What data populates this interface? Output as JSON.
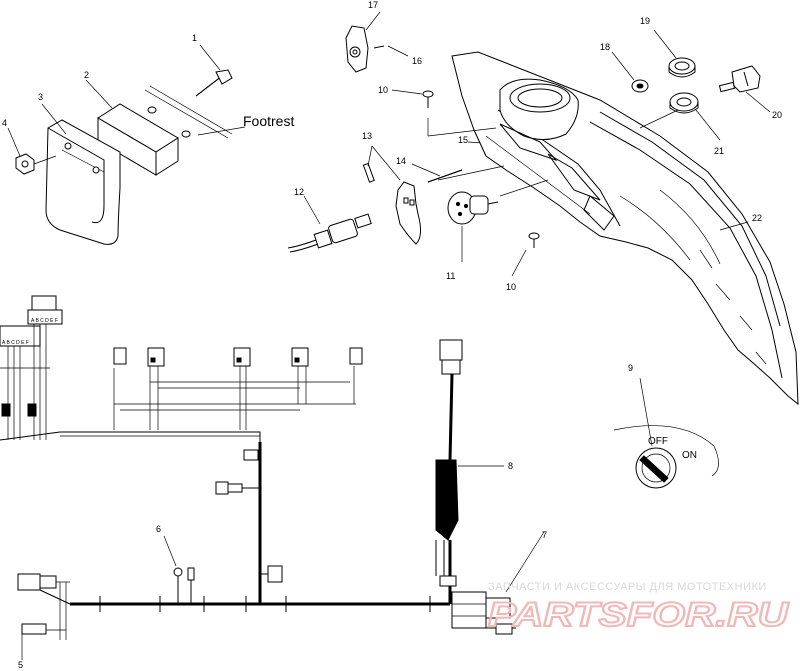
{
  "callouts": {
    "c1": "1",
    "c2": "2",
    "c3": "3",
    "c4": "4",
    "c5": "5",
    "c6": "6",
    "c7": "7",
    "c8": "8",
    "c9": "9",
    "c10a": "10",
    "c10b": "10",
    "c11": "11",
    "c12": "12",
    "c13": "13",
    "c14": "14",
    "c15": "15",
    "c16": "16",
    "c17": "17",
    "c18": "18",
    "c19": "19",
    "c20": "20",
    "c21": "21",
    "c22": "22"
  },
  "labels": {
    "footrest": "Footrest",
    "switch_off": "OFF",
    "switch_on": "ON"
  },
  "watermark": {
    "line1": "ЗАПЧАСТИ И АКСЕССУАРЫ ДЛЯ МОТОТЕХНИКИ",
    "line2": "PARTSFOR.RU"
  }
}
